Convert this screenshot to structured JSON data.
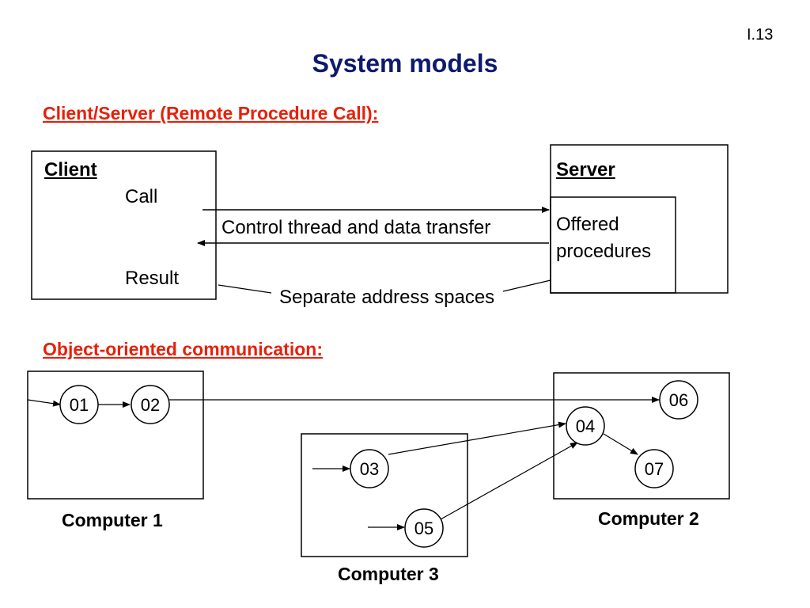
{
  "page_number": "I.13",
  "title": "System models",
  "client_server": {
    "heading": "Client/Server (Remote Procedure Call):",
    "client": {
      "title": "Client",
      "call": "Call",
      "result": "Result"
    },
    "server": {
      "title": "Server",
      "offered_line1": "Offered",
      "offered_line2": "procedures"
    },
    "transfer_label": "Control thread and data transfer",
    "address_label": "Separate address spaces"
  },
  "object_oriented": {
    "heading": "Object-oriented communication:",
    "computers": [
      {
        "label": "Computer 1"
      },
      {
        "label": "Computer 2"
      },
      {
        "label": "Computer 3"
      }
    ],
    "objects": [
      "01",
      "02",
      "03",
      "04",
      "05",
      "06",
      "07"
    ]
  }
}
